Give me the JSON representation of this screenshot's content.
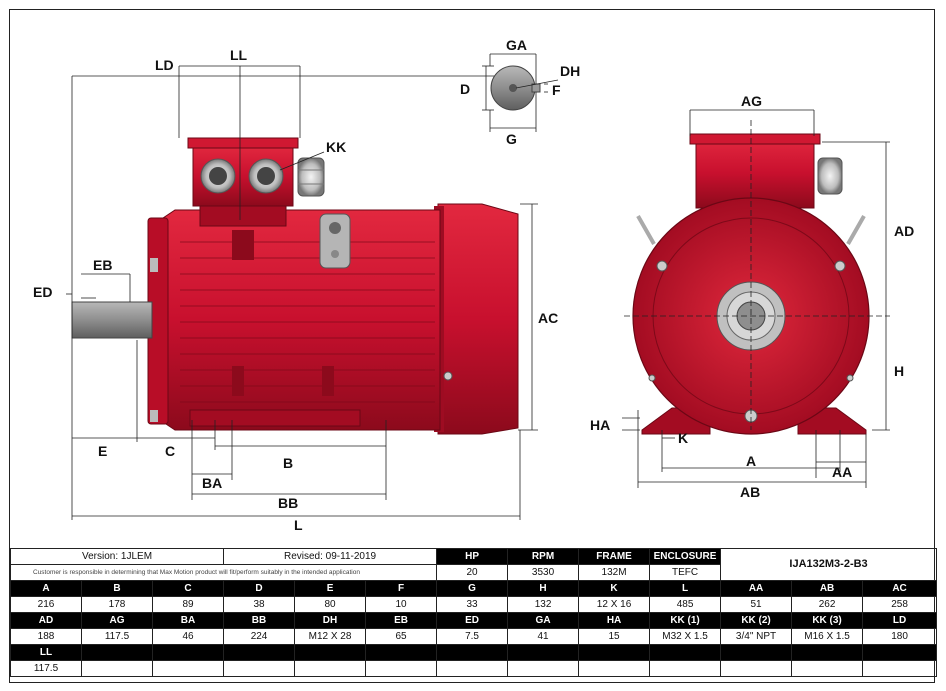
{
  "dim_labels": {
    "LD": "LD",
    "LL": "LL",
    "KK": "KK",
    "ED": "ED",
    "EB": "EB",
    "AC": "AC",
    "E": "E",
    "C": "C",
    "B": "B",
    "BA": "BA",
    "BB": "BB",
    "L": "L",
    "GA": "GA",
    "DH": "DH",
    "D": "D",
    "F": "F",
    "G": "G",
    "AG": "AG",
    "AD": "AD",
    "H": "H",
    "HA": "HA",
    "K": "K",
    "A": "A",
    "AA": "AA",
    "AB": "AB"
  },
  "colors": {
    "motor_red": "#c8102e",
    "motor_dark": "#8c0a1c",
    "shaft_grey": "#8e8e8e"
  },
  "info": {
    "version": "Version: 1JLEM",
    "revised": "Revised: 09-11-2019",
    "note": "Customer is responsible in determining that Max Motion product will fit/perform suitably in the intended application",
    "model": "IJA132M3-2-B3"
  },
  "top_headers": [
    "HP",
    "RPM",
    "FRAME",
    "ENCLOSURE"
  ],
  "top_values": [
    "20",
    "3530",
    "132M",
    "TEFC"
  ],
  "row1_headers": [
    "A",
    "B",
    "C",
    "D",
    "E",
    "F",
    "G",
    "H",
    "K",
    "L",
    "AA",
    "AB",
    "AC"
  ],
  "row1_values": [
    "216",
    "178",
    "89",
    "38",
    "80",
    "10",
    "33",
    "132",
    "12 X 16",
    "485",
    "51",
    "262",
    "258"
  ],
  "row2_headers": [
    "AD",
    "AG",
    "BA",
    "BB",
    "DH",
    "EB",
    "ED",
    "GA",
    "HA",
    "KK (1)",
    "KK (2)",
    "KK (3)",
    "LD"
  ],
  "row2_values": [
    "188",
    "117.5",
    "46",
    "224",
    "M12 X 28",
    "65",
    "7.5",
    "41",
    "15",
    "M32 X 1.5",
    "3/4\" NPT",
    "M16 X 1.5",
    "180"
  ],
  "row3_headers": [
    "LL"
  ],
  "row3_values": [
    "117.5"
  ]
}
